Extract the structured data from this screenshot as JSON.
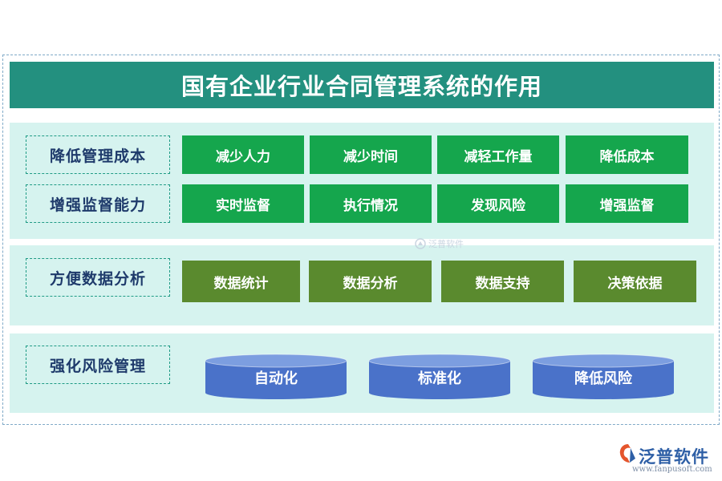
{
  "title": "国有企业行业合同管理系统的作用",
  "sections": [
    {
      "rows": [
        {
          "label": "降低管理成本",
          "items": [
            "减少人力",
            "减少时间",
            "减轻工作量",
            "降低成本"
          ]
        },
        {
          "label": "增强监督能力",
          "items": [
            "实时监督",
            "执行情况",
            "发现风险",
            "增强监督"
          ]
        }
      ]
    },
    {
      "rows": [
        {
          "label": "方便数据分析",
          "items": [
            "数据统计",
            "数据分析",
            "数据支持",
            "决策依据"
          ]
        }
      ]
    },
    {
      "rows": [
        {
          "label": "强化风险管理",
          "items": [
            "自动化",
            "标准化",
            "降低风险"
          ]
        }
      ]
    }
  ],
  "watermark": {
    "text": "泛普软件"
  },
  "logo": {
    "name": "泛普软件",
    "url": "www.fanpusoft.com"
  },
  "colors": {
    "title_bg": "#23907f",
    "section_bg": "#d6f3ef",
    "green_cell": "#15a64d",
    "olive_cell": "#5a8a2e",
    "cylinder": "#4a72c9",
    "label_text": "#1e3a6b"
  }
}
